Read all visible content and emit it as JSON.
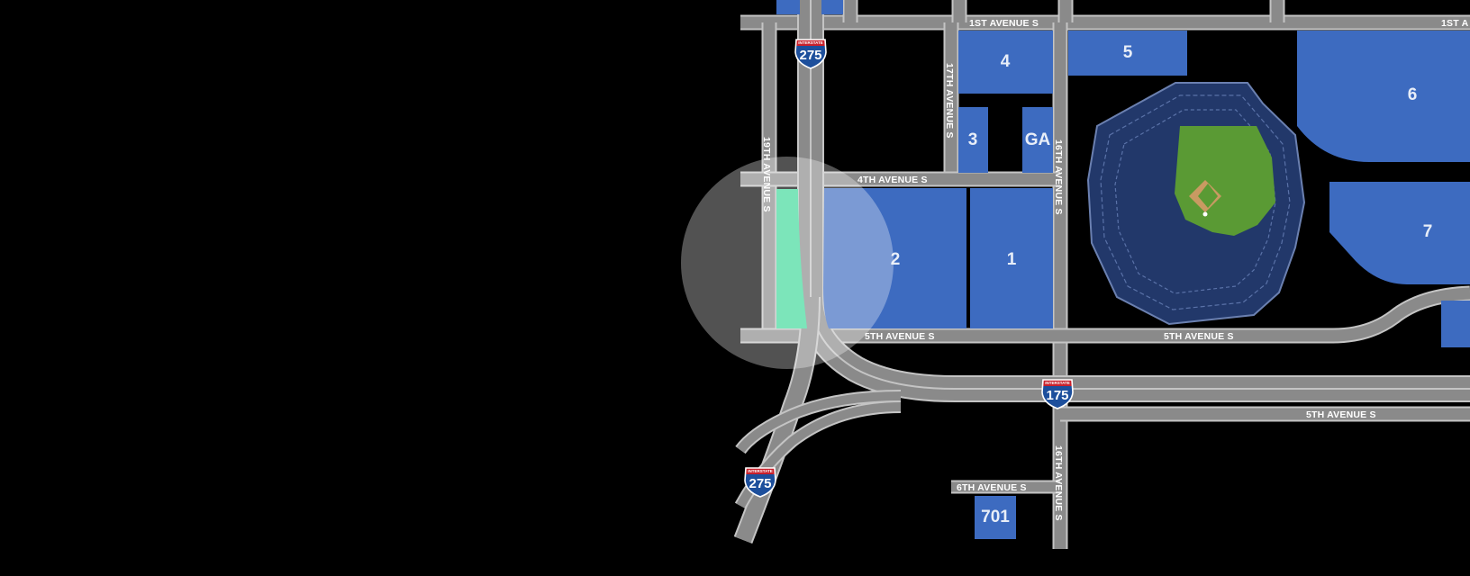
{
  "map": {
    "streets": {
      "first_ave": "1ST AVENUE S",
      "first_ave_right": "1ST A",
      "fourth_ave": "4TH AVENUE S",
      "fifth_ave_left": "5TH AVENUE S",
      "fifth_ave_mid": "5TH AVENUE S",
      "fifth_ave_lower": "5TH AVENUE S",
      "sixth_ave": "6TH AVENUE S",
      "nineteenth_st": "19TH AVENUE S",
      "seventeenth_st": "17TH AVENUE S",
      "sixteenth_st_upper": "16TH AVENUE S",
      "sixteenth_st_lower": "16TH AVENUE S"
    },
    "lots": [
      {
        "id": "4",
        "label": "4"
      },
      {
        "id": "5",
        "label": "5"
      },
      {
        "id": "6",
        "label": "6"
      },
      {
        "id": "3",
        "label": "3"
      },
      {
        "id": "ga",
        "label": "GA"
      },
      {
        "id": "2",
        "label": "2"
      },
      {
        "id": "1",
        "label": "1"
      },
      {
        "id": "7",
        "label": "7"
      },
      {
        "id": "701",
        "label": "701"
      }
    ],
    "shields": {
      "caption": "INTERSTATE",
      "i275_top": "275",
      "i175": "175",
      "i275_bottom": "275"
    },
    "colors": {
      "background": "#000000",
      "road": "#8a8a8a",
      "lot": "#3d6bc0",
      "highlight_lot": "#3ed99a",
      "field": "#5a9a34",
      "stands": "#1f3560",
      "focus_circle": "#ffffff"
    }
  }
}
